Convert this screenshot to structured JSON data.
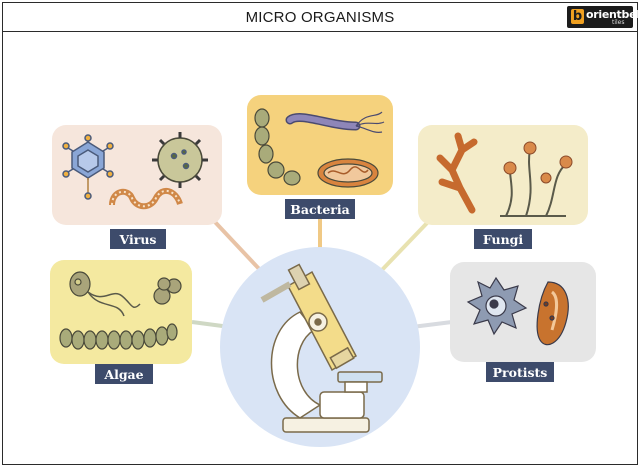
{
  "header": {
    "title": "MICRO ORGANISMS"
  },
  "logo": {
    "brand": "orientbell",
    "sub": "tiles"
  },
  "diagram": {
    "nodes": [
      {
        "id": "virus",
        "label": "Virus"
      },
      {
        "id": "bacteria",
        "label": "Bacteria"
      },
      {
        "id": "fungi",
        "label": "Fungi"
      },
      {
        "id": "algae",
        "label": "Algae"
      },
      {
        "id": "protists",
        "label": "Protists"
      }
    ],
    "center": {
      "id": "microscope",
      "icon": "microscope-icon"
    },
    "colors": {
      "virus_bg": "#f6e6dc",
      "bacteria_bg": "#f5d27d",
      "fungi_bg": "#f4ecc9",
      "algae_bg": "#f4e9a0",
      "protists_bg": "#e6e6e6",
      "center_bg": "#d9e4f5",
      "label_bg": "#3d4b6b"
    }
  }
}
